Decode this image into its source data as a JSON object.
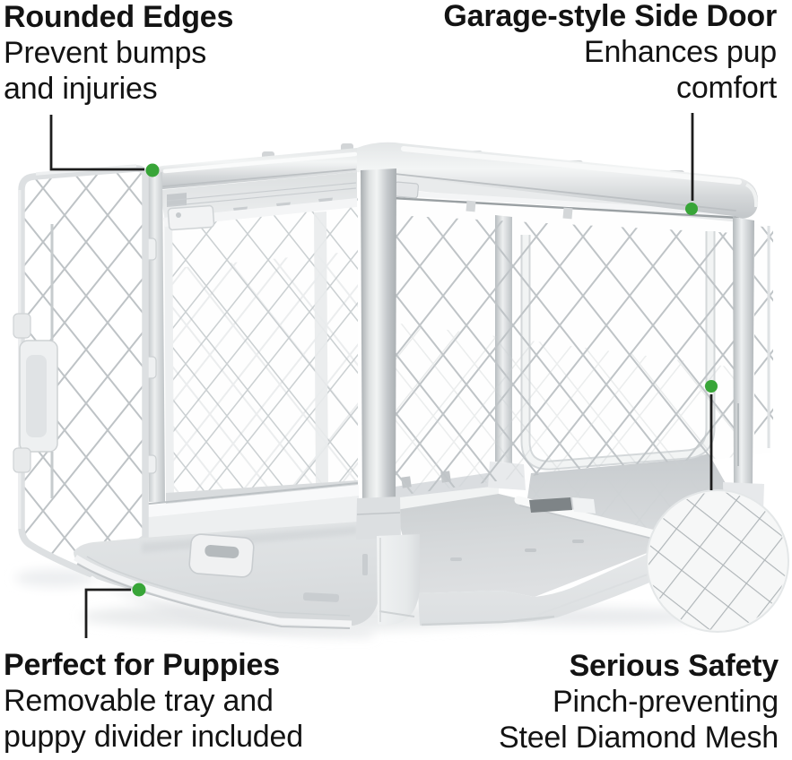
{
  "colors": {
    "accent_green": "#38a538",
    "leader_line": "#1d1d1d",
    "text": "#131313",
    "background": "#ffffff"
  },
  "callouts": [
    {
      "id": "rounded-edges",
      "position": "top-left",
      "title": "Rounded Edges",
      "line1": "Prevent bumps",
      "line2": "and injuries"
    },
    {
      "id": "garage-side-door",
      "position": "top-right",
      "title": "Garage-style Side Door",
      "line1": "Enhances pup",
      "line2": "comfort"
    },
    {
      "id": "perfect-for-puppies",
      "position": "bottom-left",
      "title": "Perfect for Puppies",
      "line1": "Removable tray and",
      "line2": "puppy divider included"
    },
    {
      "id": "serious-safety",
      "position": "bottom-right",
      "title": "Serious Safety",
      "line1": "Pinch-preventing",
      "line2": "Steel Diamond Mesh"
    }
  ]
}
